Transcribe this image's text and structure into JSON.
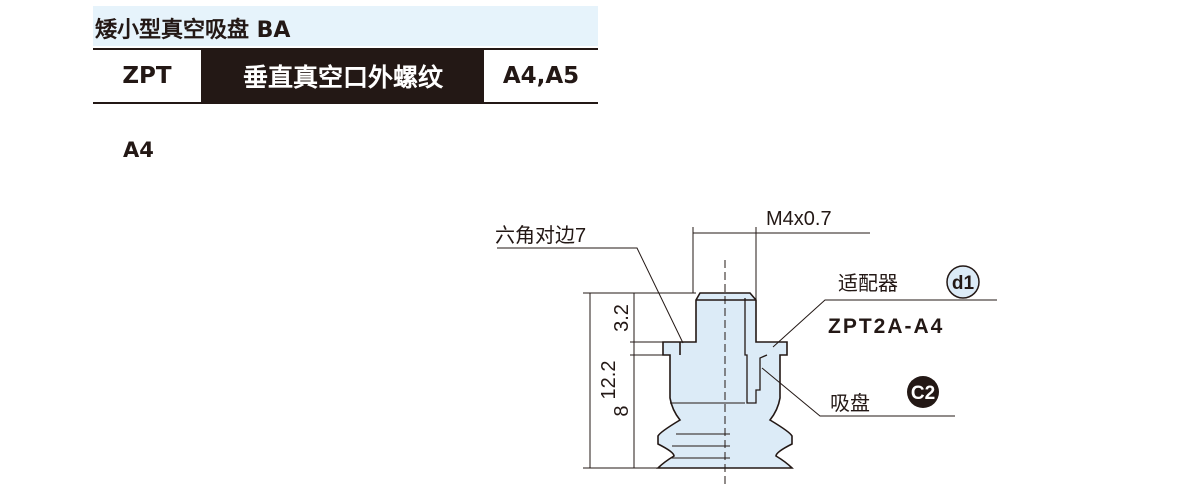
{
  "header": {
    "title": "矮小型真空吸盘 BA"
  },
  "spec_row": {
    "series": "ZPT",
    "type": "垂直真空口外螺纹",
    "sizes": "A4,A5"
  },
  "section_label": "A4",
  "drawing": {
    "hex_label": "六角对边7",
    "thread_label": "M4x0.7",
    "adapter_label": "适配器",
    "adapter_badge": "d1",
    "adapter_model": "ZPT2A-A4",
    "pad_label": "吸盘",
    "pad_badge": "C2",
    "dim_total": "12.2",
    "dim_top": "3.2",
    "dim_bottom": "8",
    "fill_color": "#dcebf7",
    "line_color": "#231815"
  }
}
